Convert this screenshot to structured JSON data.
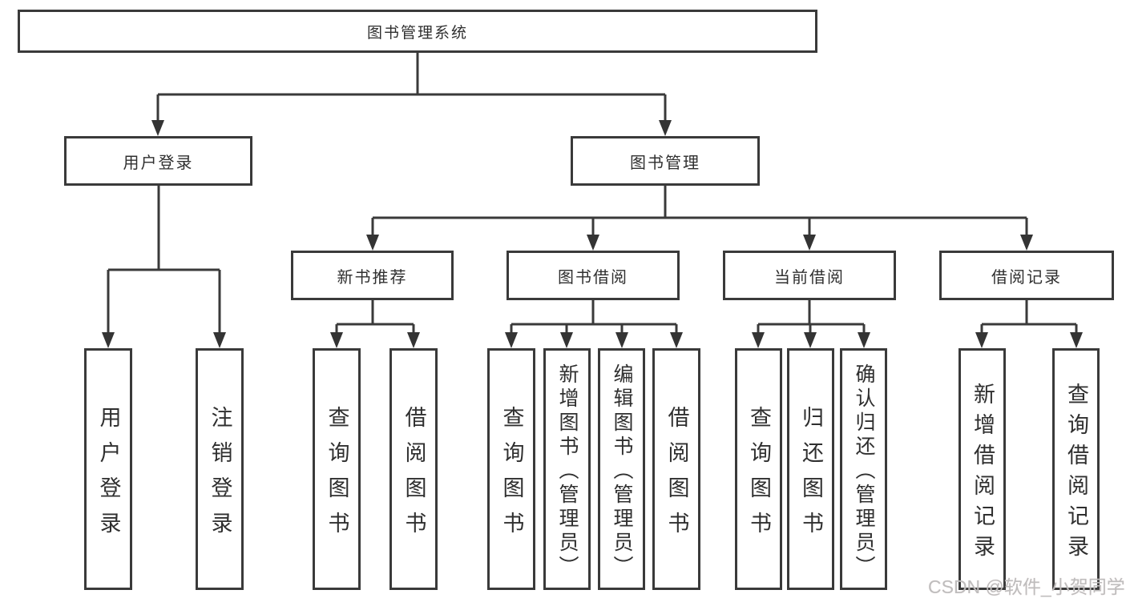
{
  "tree": {
    "label": "图书管理系统",
    "children": [
      {
        "label": "用户登录",
        "children": [
          {
            "label": "用户登录"
          },
          {
            "label": "注销登录"
          }
        ]
      },
      {
        "label": "图书管理",
        "children": [
          {
            "label": "新书推荐",
            "children": [
              {
                "label": "查询图书"
              },
              {
                "label": "借阅图书"
              }
            ]
          },
          {
            "label": "图书借阅",
            "children": [
              {
                "label": "查询图书"
              },
              {
                "label": "新增图书（管理员）"
              },
              {
                "label": "编辑图书（管理员）"
              },
              {
                "label": "借阅图书"
              }
            ]
          },
          {
            "label": "当前借阅",
            "children": [
              {
                "label": "查询图书"
              },
              {
                "label": "归还图书"
              },
              {
                "label": "确认归还（管理员）"
              }
            ]
          },
          {
            "label": "借阅记录",
            "children": [
              {
                "label": "新增借阅记录"
              },
              {
                "label": "查询借阅记录"
              }
            ]
          }
        ]
      }
    ]
  },
  "watermark": {
    "text": "CSDN @软件_小贺同学"
  },
  "colors": {
    "line": "#3a3a3a",
    "box_border": "#3a3a3a",
    "text": "#2f2f2f",
    "watermark": "#bbbbbb",
    "background": "#ffffff"
  }
}
